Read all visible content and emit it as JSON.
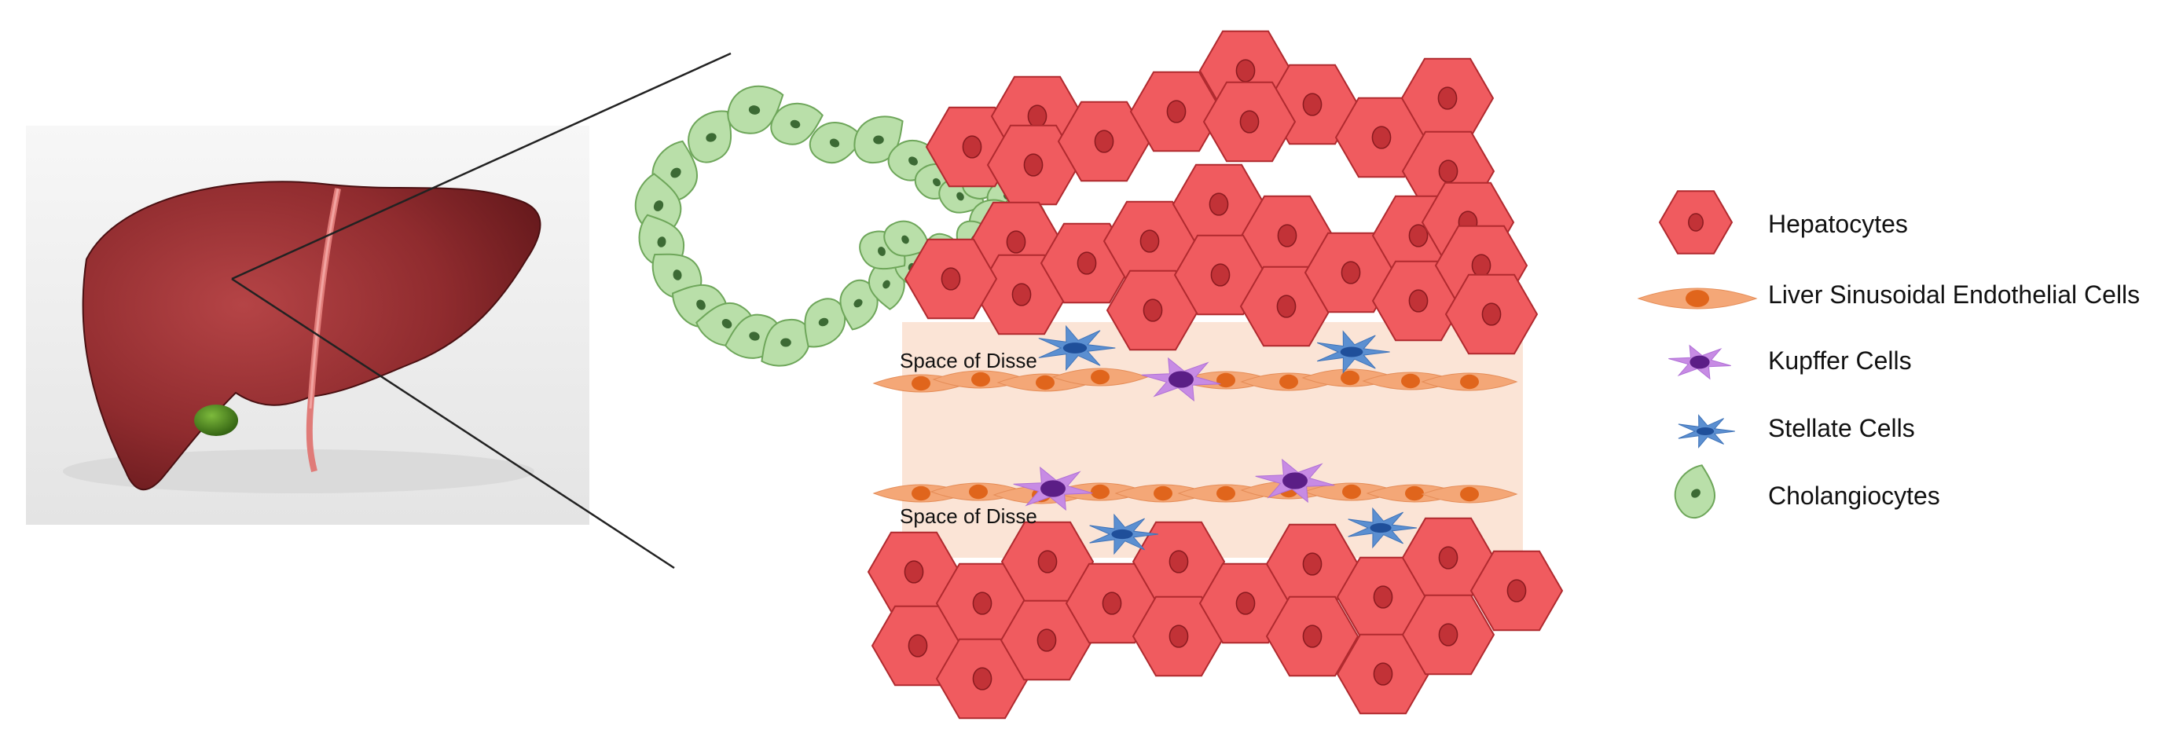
{
  "diagram": {
    "space_label": "Space of Disse",
    "legend": [
      {
        "key": "hepatocyte",
        "icon": "hexagon-icon",
        "label": "Hepatocytes"
      },
      {
        "key": "lsec",
        "icon": "spindle-icon",
        "label": "Liver Sinusoidal Endothelial Cells"
      },
      {
        "key": "kupffer",
        "icon": "star-cell-icon",
        "label": "Kupffer Cells"
      },
      {
        "key": "stellate",
        "icon": "stellate-icon",
        "label": "Stellate Cells"
      },
      {
        "key": "cholangiocyte",
        "icon": "droplet-icon",
        "label": "Cholangiocytes"
      }
    ]
  },
  "colors": {
    "hepatocyte_fill": "#f05b5f",
    "hepatocyte_stroke": "#b02a2f",
    "nucleus_fill": "#c23237",
    "lsec_fill": "#f4a777",
    "lsec_nucleus": "#e0651c",
    "kupffer_fill": "#c78be4",
    "kupffer_nucleus": "#5b1e86",
    "stellate_fill": "#5b8fd1",
    "stellate_core": "#1f4f9a",
    "cholangiocyte_fill": "#b9dfa9",
    "cholangiocyte_stroke": "#6ea65a",
    "cholangiocyte_nucleus": "#3c6a34",
    "sinusoid_band": "#fbe4d6",
    "liver_dark": "#6b1a1d",
    "liver_mid": "#a2373a",
    "liver_light": "#c45355",
    "gallbladder": "#4e8a1e"
  }
}
